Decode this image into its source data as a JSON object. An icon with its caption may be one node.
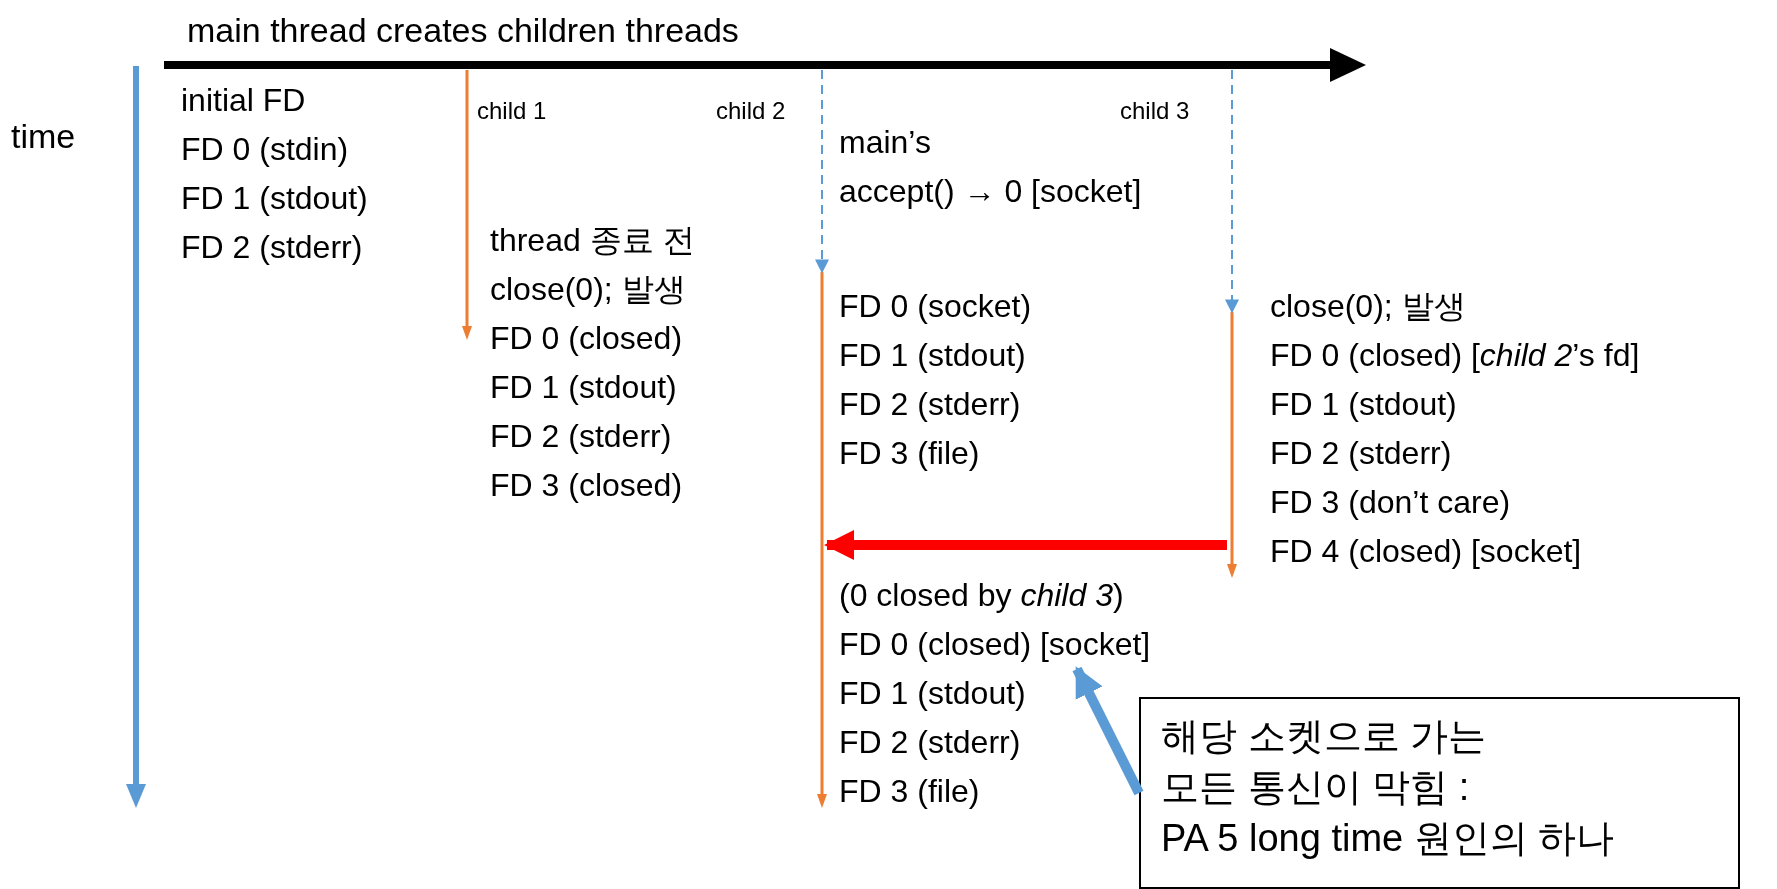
{
  "diagram": {
    "nodes": [
      {
        "text": [
          "initial FD",
          "FD 0 (stdin)",
          "FD 1 (stdout)",
          "FD 2 (stderr)"
        ]
      },
      {
        "text": [
          "thread 종료 전",
          "close(0); 발생",
          "FD 0 (closed)",
          "FD 1 (stdout)",
          "FD 2 (stderr)",
          "FD 3 (closed)"
        ]
      },
      {
        "text": [
          "main’s",
          "accept() → 0 [socket]"
        ]
      },
      {
        "text": [
          "FD 0 (socket)",
          "FD 1 (stdout)",
          "FD 2 (stderr)",
          "FD 3 (file)"
        ]
      },
      {
        "text": [
          "close(0); 발생",
          "FD 0 (closed) [*child 2*’s fd]",
          "FD 1 (stdout)",
          "FD 2 (stderr)",
          "FD 3 (don’t care)",
          "FD 4 (closed) [socket]"
        ]
      },
      {
        "text": [
          "FD 0 (closed) [socket]"
        ]
      },
      {
        "text": [
          "해당 소켓으로 가는",
          "모든 통신이 막힘 :",
          "PA 5 long time 원인의 하나"
        ]
      },
      {
        "text": [],
        "shape": "bar"
      },
      {
        "text": [],
        "shape": "bar"
      },
      {
        "text": [],
        "shape": "bar"
      }
    ],
    "edges": [
      {
        "from": 9,
        "to": 8,
        "arrow": "to",
        "style": "thick",
        "color": "#ff0000"
      },
      {
        "from": 6,
        "to": 5,
        "arrow": "to",
        "style": "thick",
        "color": "#5b9bd5"
      },
      {
        "from": null,
        "to": 8,
        "arrow": "to",
        "style": "dashed",
        "color": "#5b9bd5"
      },
      {
        "from": null,
        "to": 9,
        "arrow": "to",
        "style": "dashed",
        "color": "#5b9bd5"
      }
    ],
    "labels": [
      "main thread creates children threads",
      "time",
      "child 1",
      "child 2",
      "child 3",
      "(0 closed by *child 3*)",
      "FD 1 (stdout)",
      "FD 2 (stderr)",
      "FD 3 (file)"
    ]
  }
}
